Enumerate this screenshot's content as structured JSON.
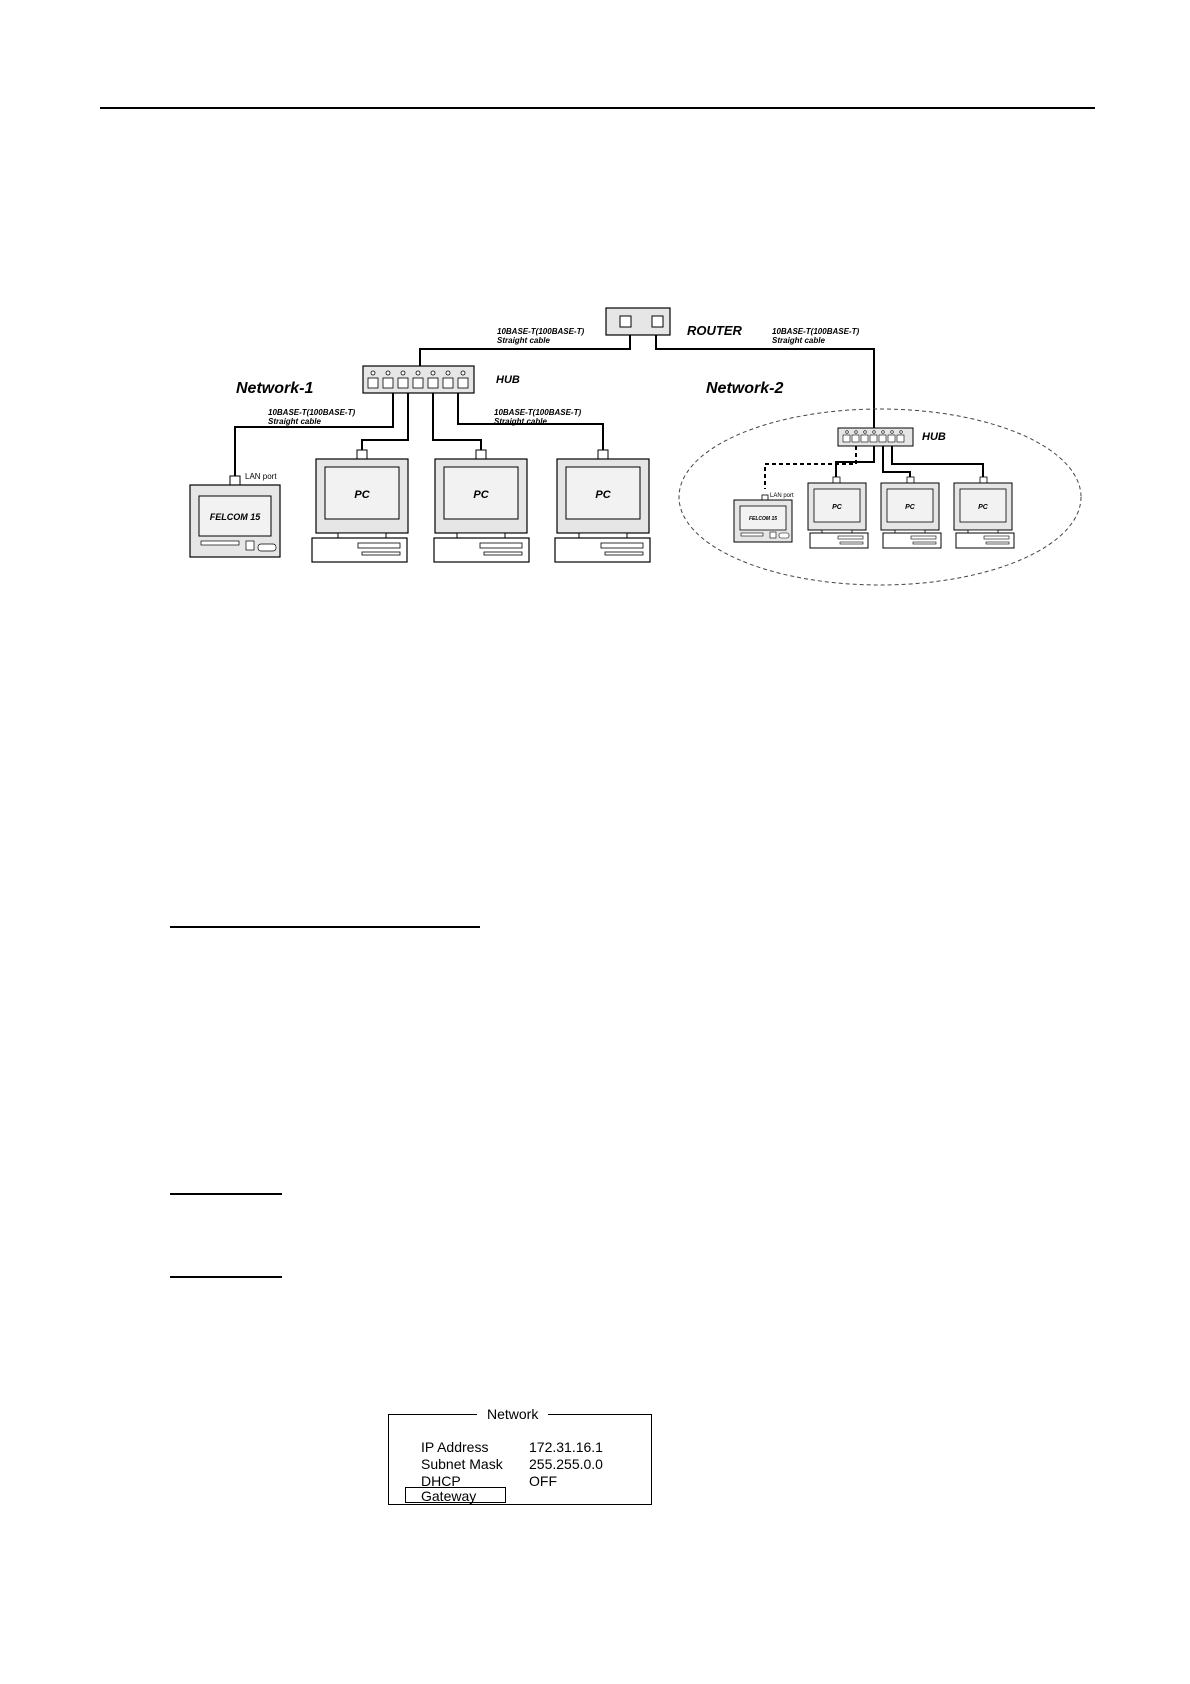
{
  "diagram": {
    "router_label": "ROUTER",
    "network1_label": "Network-1",
    "network2_label": "Network-2",
    "hub1_label": "HUB",
    "hub2_label": "HUB",
    "cable_top_left": [
      "10BASE-T(100BASE-T)",
      "Straight cable"
    ],
    "cable_top_right": [
      "10BASE-T(100BASE-T)",
      "Straight cable"
    ],
    "cable_felcom": [
      "10BASE-T(100BASE-T)",
      "Straight cable"
    ],
    "cable_pcs": [
      "10BASE-T(100BASE-T)",
      "Straight cable"
    ],
    "lan_port": "LAN port",
    "felcom": "FELCOM 15",
    "pc": "PC"
  },
  "network_panel": {
    "title": "Network",
    "rows": [
      {
        "label": "IP Address",
        "value": "172.31.16.1"
      },
      {
        "label": "Subnet Mask",
        "value": "255.255.0.0"
      },
      {
        "label": "DHCP",
        "value": "OFF"
      }
    ],
    "selected": "Gateway"
  }
}
